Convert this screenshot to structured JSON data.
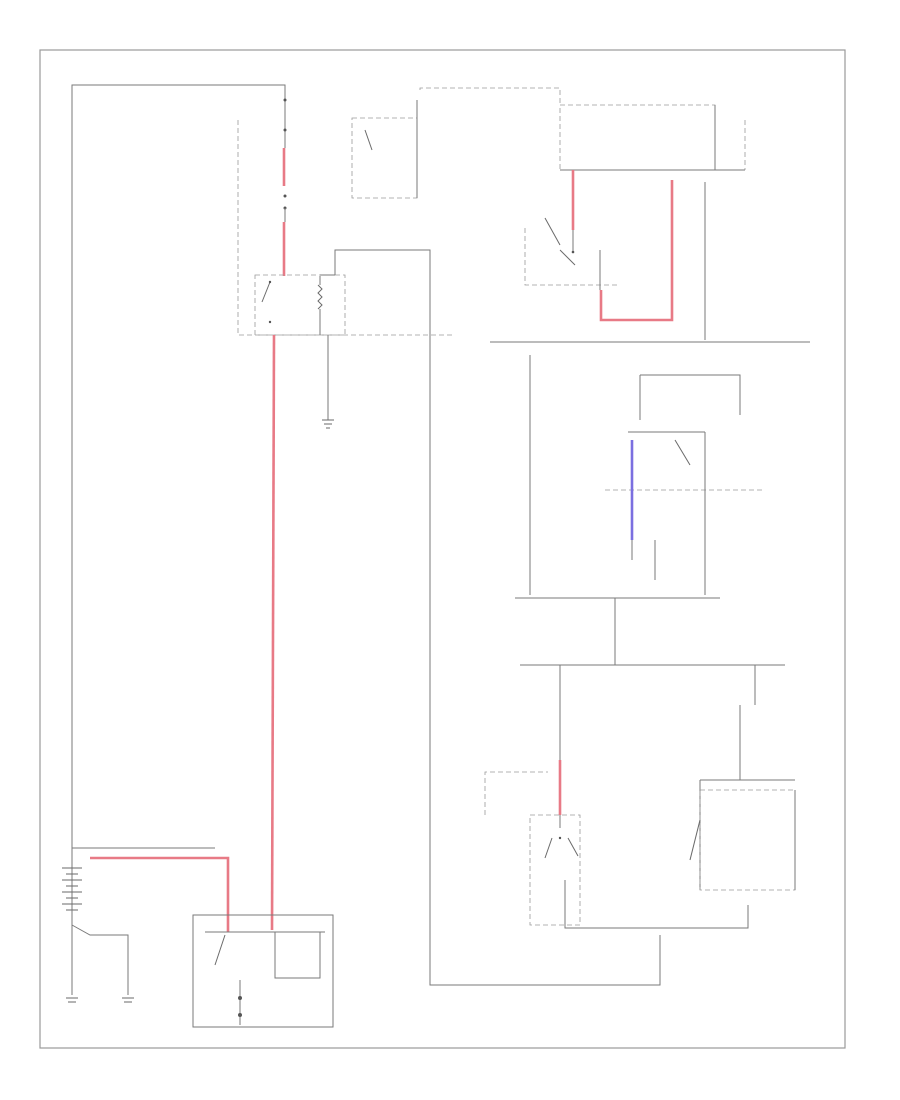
{
  "diagram": {
    "figure_id": "A04444",
    "colors": {
      "wire": "#7a7a7a",
      "red_wire": "#e87a86",
      "blue_wire": "#7b6fe0",
      "frame": "#9a9a9a"
    },
    "components": [
      {
        "id": "starter-relay",
        "icon": "relay-switch-icon"
      },
      {
        "id": "starter-solenoid",
        "icon": "solenoid-icon"
      },
      {
        "id": "battery",
        "icon": "battery-icon"
      },
      {
        "id": "ignition-switch",
        "icon": "ignition-switch-icon"
      },
      {
        "id": "neutral-safety-switch",
        "icon": "switch-icon"
      },
      {
        "id": "clutch-switch",
        "icon": "switch-icon"
      },
      {
        "id": "transmission-range-switch",
        "icon": "switch-icon"
      }
    ]
  }
}
